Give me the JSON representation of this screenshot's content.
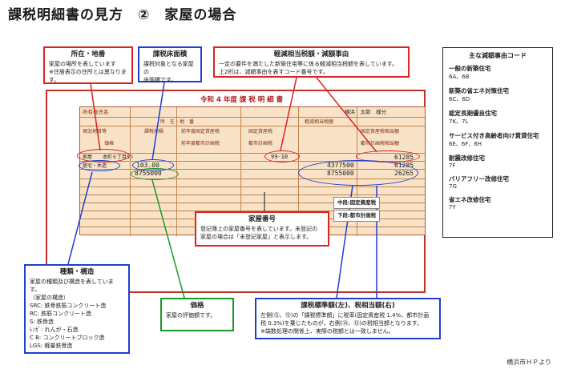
{
  "title": "課税明細書の見方　②　家屋の場合",
  "callouts": {
    "location": {
      "heading": "所在・地番",
      "lines": [
        "家屋の場所を表しています",
        "※住居表示の住所とは異なります。"
      ]
    },
    "floor_area": {
      "heading": "課税床面積",
      "lines": [
        "課税対象となる家屋の",
        "床面積です。"
      ]
    },
    "reduction": {
      "heading": "軽減相当税額・減額事由",
      "lines": [
        "一定の要件を満たした新築住宅等に係る軽減相当税額を表しています。",
        "上2桁は、減額事由を表すコード番号です。"
      ]
    },
    "house_no": {
      "heading": "家屋番号",
      "lines": [
        "登記簿上の家屋番号を表しています。未登記の",
        "家屋の場合は「未登記家屋」と表示します。"
      ]
    },
    "type": {
      "heading": "種類・構造",
      "lines": [
        "家屋の種類及び構造を表しています。",
        "（家屋の構造）",
        "SRC:  鉄骨鉄筋コンクリート造",
        "RC:    鉄筋コンクリート造",
        "S:       鉄骨造",
        "ﾚﾝｶﾞ:  れんが・石造",
        "C B:   コンクリートブロック造",
        "LGS:  軽量鉄骨造"
      ]
    },
    "price": {
      "heading": "価格",
      "lines": [
        "家屋の評価額です。"
      ]
    },
    "standard": {
      "heading": "課税標準額(左)、税相当額(右)",
      "lines": [
        "左側(⑫、⑬)の「課税標準額」に税率(固定資産税 1.4%、都市計画",
        "税 0.3%)を乗じたものが、右側(⑭、⑮)の税相当額となります。",
        "※端数処理の関係上、実際の税額とは一致しません。"
      ]
    }
  },
  "tags": {
    "mid": "中段:固定資産税",
    "low": "下段:都市計画税"
  },
  "form": {
    "header": "令和 4 年度 課 税 明 細 書",
    "owner_label": "所有者氏名",
    "owner_value": "横浜　太郎　様分",
    "col_location": "所　在・地　番",
    "col_reduce": "軽減相当税額",
    "col_kind": "現況地目等",
    "col_area": "課税地積",
    "col_prev": "前年度固定資産税",
    "col_std": "固定資産税",
    "col_tax": "固定資産税相当額",
    "col_price": "価格",
    "col_prev2": "前年度都市計画税",
    "col_std2": "都市計画税",
    "col_tax2": "都市計画税相当額",
    "row_location": "本町６丁目50",
    "row_kind": "居宅・木造",
    "row_area": "103.00",
    "row_price": "8755000",
    "row_code": "99-10",
    "row_reduce": "61285",
    "row_std1": "4377500",
    "row_tax1": "61285",
    "row_std2": "8755000",
    "row_tax2": "26265",
    "row_type": "家屋"
  },
  "legend": {
    "heading": "主な減額事由コード",
    "items": [
      {
        "name": "一般の新築住宅",
        "code": "6A、6B"
      },
      {
        "name": "新築の省エネ対策住宅",
        "code": "6C、6D"
      },
      {
        "name": "認定長期優良住宅",
        "code": "7K、7L"
      },
      {
        "name": "サービス付き高齢者向け賃貸住宅",
        "code": "6E、6F、6H"
      },
      {
        "name": "耐震改修住宅",
        "code": "7F"
      },
      {
        "name": "バリアフリー改修住宅",
        "code": "7G"
      },
      {
        "name": "省エネ改修住宅",
        "code": "7Y"
      }
    ]
  },
  "footer": "横浜市ＨＰより",
  "colors": {
    "red": "#d22222",
    "blue": "#1f3fd1",
    "green": "#1b9a2a",
    "form_bg": "#f9e3c8"
  }
}
